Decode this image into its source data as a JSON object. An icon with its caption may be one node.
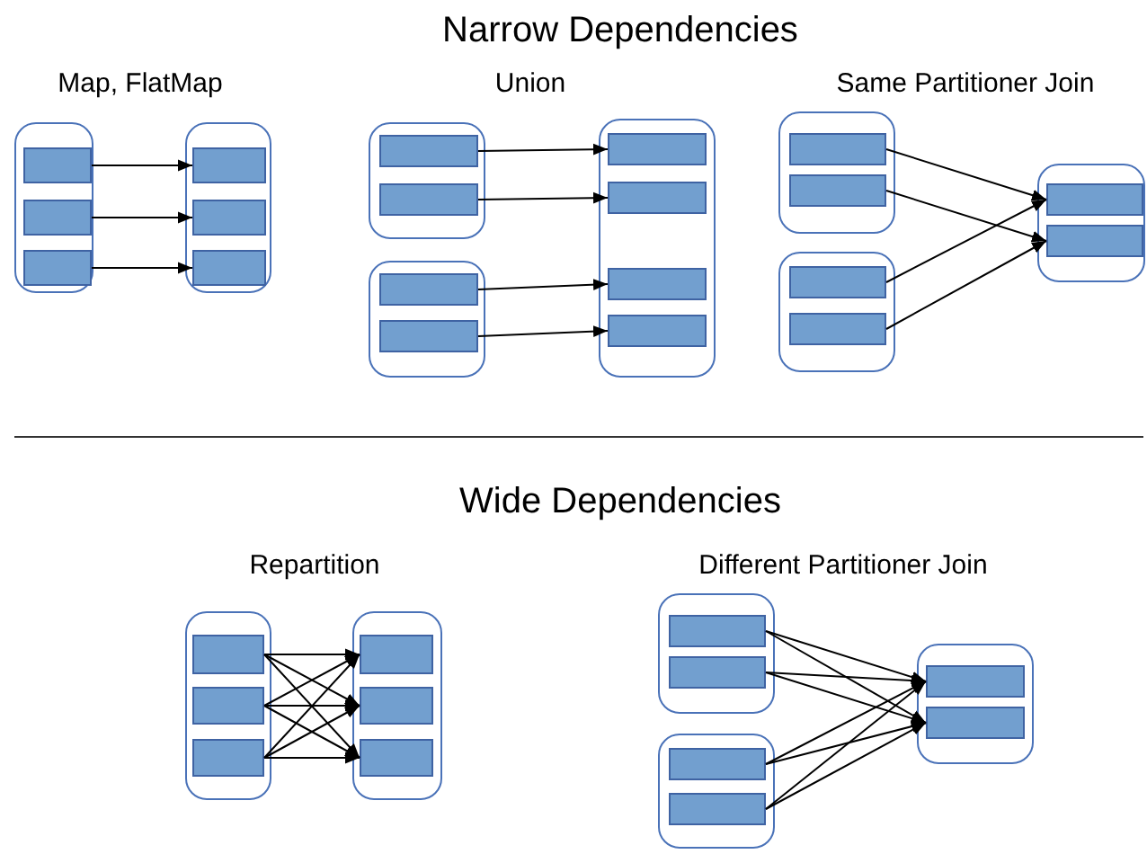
{
  "diagram": {
    "nodes": [
      {
        "text": [],
        "shape": "box"
      },
      {
        "text": [],
        "shape": "bar",
        "in": 0
      },
      {
        "text": [],
        "shape": "bar",
        "in": 0
      },
      {
        "text": [],
        "shape": "bar",
        "in": 0
      },
      {
        "text": [],
        "shape": "box"
      },
      {
        "text": [],
        "shape": "bar",
        "in": 4
      },
      {
        "text": [],
        "shape": "bar",
        "in": 4
      },
      {
        "text": [],
        "shape": "bar",
        "in": 4
      },
      {
        "text": [],
        "shape": "box"
      },
      {
        "text": [],
        "shape": "bar",
        "in": 8
      },
      {
        "text": [],
        "shape": "bar",
        "in": 8
      },
      {
        "text": [],
        "shape": "box"
      },
      {
        "text": [],
        "shape": "bar",
        "in": 11
      },
      {
        "text": [],
        "shape": "bar",
        "in": 11
      },
      {
        "text": [],
        "shape": "box"
      },
      {
        "text": [],
        "shape": "bar",
        "in": 14
      },
      {
        "text": [],
        "shape": "bar",
        "in": 14
      },
      {
        "text": [],
        "shape": "bar",
        "in": 14
      },
      {
        "text": [],
        "shape": "bar",
        "in": 14
      },
      {
        "text": [],
        "shape": "box"
      },
      {
        "text": [],
        "shape": "bar",
        "in": 19
      },
      {
        "text": [],
        "shape": "bar",
        "in": 19
      },
      {
        "text": [],
        "shape": "box"
      },
      {
        "text": [],
        "shape": "bar",
        "in": 22
      },
      {
        "text": [],
        "shape": "bar",
        "in": 22
      },
      {
        "text": [],
        "shape": "box"
      },
      {
        "text": [],
        "shape": "bar",
        "in": 25
      },
      {
        "text": [],
        "shape": "bar",
        "in": 25
      },
      {
        "text": [],
        "shape": "box"
      },
      {
        "text": [],
        "shape": "bar",
        "in": 28
      },
      {
        "text": [],
        "shape": "bar",
        "in": 28
      },
      {
        "text": [],
        "shape": "bar",
        "in": 28
      },
      {
        "text": [],
        "shape": "box"
      },
      {
        "text": [],
        "shape": "bar",
        "in": 32
      },
      {
        "text": [],
        "shape": "bar",
        "in": 32
      },
      {
        "text": [],
        "shape": "bar",
        "in": 32
      },
      {
        "text": [],
        "shape": "box"
      },
      {
        "text": [],
        "shape": "bar",
        "in": 36
      },
      {
        "text": [],
        "shape": "bar",
        "in": 36
      },
      {
        "text": [],
        "shape": "box"
      },
      {
        "text": [],
        "shape": "bar",
        "in": 39
      },
      {
        "text": [],
        "shape": "bar",
        "in": 39
      },
      {
        "text": [],
        "shape": "box"
      },
      {
        "text": [],
        "shape": "bar",
        "in": 42
      },
      {
        "text": [],
        "shape": "bar",
        "in": 42
      }
    ],
    "edges": [
      {
        "from": 1,
        "to": 5,
        "arrow": "to"
      },
      {
        "from": 2,
        "to": 6,
        "arrow": "to"
      },
      {
        "from": 3,
        "to": 7,
        "arrow": "to"
      },
      {
        "from": 9,
        "to": 15,
        "arrow": "to"
      },
      {
        "from": 10,
        "to": 16,
        "arrow": "to"
      },
      {
        "from": 12,
        "to": 17,
        "arrow": "to"
      },
      {
        "from": 13,
        "to": 18,
        "arrow": "to"
      },
      {
        "from": 20,
        "to": 26,
        "arrow": "to"
      },
      {
        "from": 21,
        "to": 27,
        "arrow": "to"
      },
      {
        "from": 23,
        "to": 26,
        "arrow": "to"
      },
      {
        "from": 24,
        "to": 27,
        "arrow": "to"
      },
      {
        "from": 29,
        "to": 33,
        "arrow": "to"
      },
      {
        "from": 29,
        "to": 34,
        "arrow": "to"
      },
      {
        "from": 29,
        "to": 35,
        "arrow": "to"
      },
      {
        "from": 30,
        "to": 33,
        "arrow": "to"
      },
      {
        "from": 30,
        "to": 34,
        "arrow": "to"
      },
      {
        "from": 30,
        "to": 35,
        "arrow": "to"
      },
      {
        "from": 31,
        "to": 33,
        "arrow": "to"
      },
      {
        "from": 31,
        "to": 34,
        "arrow": "to"
      },
      {
        "from": 31,
        "to": 35,
        "arrow": "to"
      },
      {
        "from": 37,
        "to": 43,
        "arrow": "to"
      },
      {
        "from": 37,
        "to": 44,
        "arrow": "to"
      },
      {
        "from": 38,
        "to": 43,
        "arrow": "to"
      },
      {
        "from": 38,
        "to": 44,
        "arrow": "to"
      },
      {
        "from": 40,
        "to": 43,
        "arrow": "to"
      },
      {
        "from": 40,
        "to": 44,
        "arrow": "to"
      },
      {
        "from": 41,
        "to": 43,
        "arrow": "to"
      },
      {
        "from": 41,
        "to": 44,
        "arrow": "to"
      }
    ],
    "labels": [
      "Narrow Dependencies",
      "Map, FlatMap",
      "Union",
      "Same Partitioner Join",
      "Wide Dependencies",
      "Repartition",
      "Different Partitioner Join"
    ]
  }
}
